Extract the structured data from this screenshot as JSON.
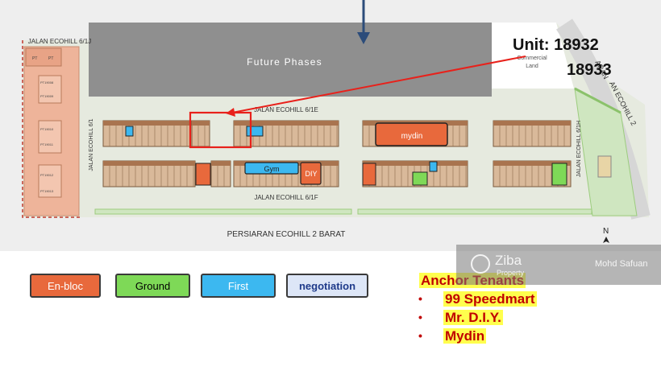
{
  "map": {
    "future_phases": "Future Phases",
    "commercial_land": [
      "Commercial",
      "Land"
    ],
    "unit_label": "Unit: 18932",
    "unit_label2": "18933",
    "roads": {
      "jalan_1j": "JALAN ECOHILL 6/1J",
      "jalan_1e": "JALAN ECOHILL 6/1E",
      "jalan_1f": "JALAN ECOHILL 6/1F",
      "jalan_1_left": "JALAN ECOHILL 6/1",
      "jalan_1h": "JALAN ECOHILL 6/1H",
      "persiaran": "PERSIARAN ECOHILL 2 BARAT",
      "ecohill2_a": "AN ECOHILL 2",
      "ecohill2_b": "ARAN"
    },
    "left_lots": [
      "PT",
      "PT",
      "PT19008",
      "PT19009",
      "PT19010",
      "PT19011",
      "PT19012",
      "PT19013"
    ],
    "anchors_on_map": {
      "mydin": "mydin",
      "gym": "Gym",
      "diy": "DIY"
    },
    "north": "N"
  },
  "legend": {
    "enbloc": {
      "label": "En-bloc",
      "color": "#e8693c"
    },
    "ground": {
      "label": "Ground",
      "color": "#7ed957"
    },
    "first": {
      "label": "First",
      "color": "#3cb8f0"
    },
    "negotiation": {
      "label": "negotiation",
      "color": "#dde6f7"
    }
  },
  "anchor_tenants": {
    "title": "Anchor Tenants",
    "items": [
      "99 Speedmart",
      "Mr. D.I.Y.",
      "Mydin"
    ]
  },
  "watermark": {
    "brand": "Ziba",
    "sub": "Property",
    "agent": "Mohd Safuan"
  }
}
